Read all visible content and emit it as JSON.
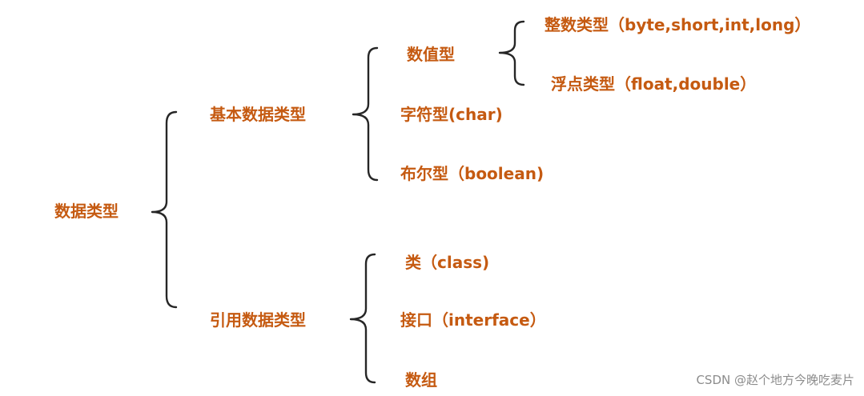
{
  "root": {
    "label": "数据类型"
  },
  "primitive": {
    "label": "基本数据类型",
    "numeric": {
      "label": "数值型",
      "integer": "整数类型（byte,short,int,long）",
      "floating": "浮点类型（float,double）"
    },
    "char": "字符型(char)",
    "boolean": "布尔型（boolean)"
  },
  "reference": {
    "label": "引用数据类型",
    "class": "类（class)",
    "interface": "接口（interface）",
    "array": "数组"
  },
  "watermark": "CSDN @赵个地方今晚吃麦片",
  "colors": {
    "node_text": "#c55a11",
    "brace": "#262626",
    "watermark": "#8c8c8c"
  }
}
